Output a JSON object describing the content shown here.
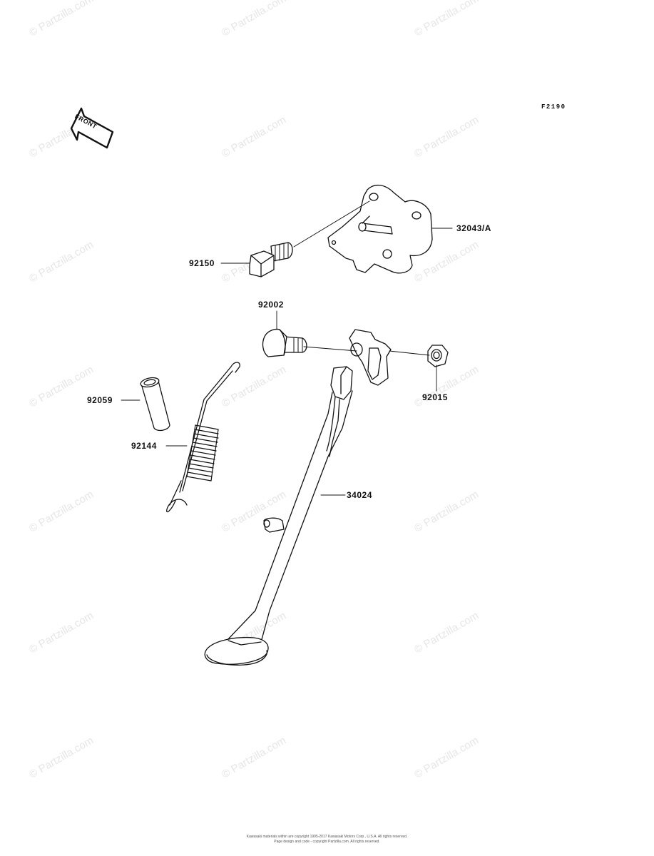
{
  "diagram": {
    "code": "F2190",
    "front_label": "FRONT",
    "watermark": "© Partzilla.com",
    "parts": [
      {
        "id": "32043",
        "label": "32043/A"
      },
      {
        "id": "92150",
        "label": "92150"
      },
      {
        "id": "92002",
        "label": "92002"
      },
      {
        "id": "92015",
        "label": "92015"
      },
      {
        "id": "92059",
        "label": "92059"
      },
      {
        "id": "92144",
        "label": "92144"
      },
      {
        "id": "34024",
        "label": "34024"
      }
    ],
    "footer": {
      "line1": "Kawasaki materials within are copyright 1995-2017 Kawasaki Motors Corp., U.S.A.  All rights reserved.",
      "line2": "Page design and code - copyright Partzilla.com. All rights reserved."
    }
  }
}
